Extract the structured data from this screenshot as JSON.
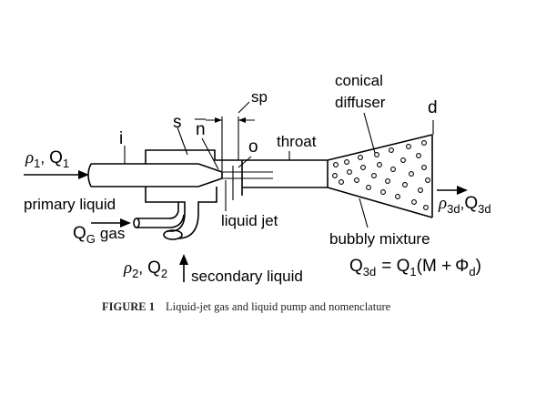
{
  "labels": {
    "i": "i",
    "s": "s",
    "n": "n",
    "sp": "sp",
    "o": "o",
    "throat": "throat",
    "conical": "conical",
    "diffuser": "diffuser",
    "d": "d",
    "primary_liquid": "primary liquid",
    "gas": "gas",
    "liquid_jet": "liquid jet",
    "bubbly_mixture": "bubbly mixture",
    "secondary_liquid": "secondary liquid"
  },
  "symbols": {
    "rho": "ρ",
    "phi": "Φ",
    "Q": "Q",
    "sub_1": "1",
    "sub_2": "2",
    "sub_G": "G",
    "sub_3d": "3d",
    "sub_d": "d",
    "comma": ",",
    "equation_rhs": "= Q",
    "equation_paren": "(M +"
  },
  "caption": {
    "label": "FIGURE 1",
    "text": "Liquid-jet gas and liquid pump and nomenclature"
  }
}
